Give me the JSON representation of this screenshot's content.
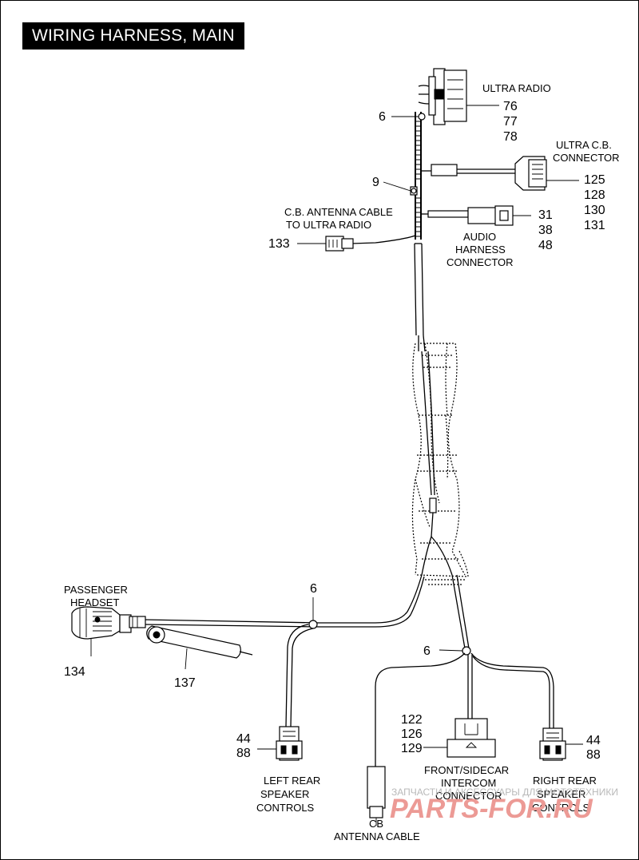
{
  "title": "WIRING HARNESS, MAIN",
  "labels": {
    "ultra_radio": "ULTRA RADIO",
    "ultra_cb_1": "ULTRA C.B.",
    "ultra_cb_2": "CONNECTOR",
    "cb_ant_1": "C.B. ANTENNA CABLE",
    "cb_ant_2": "TO ULTRA RADIO",
    "audio_1": "AUDIO",
    "audio_2": "HARNESS",
    "audio_3": "CONNECTOR",
    "pass_1": "PASSENGER",
    "pass_2": "HEADSET",
    "left_1": "LEFT REAR",
    "left_2": "SPEAKER",
    "left_3": "CONTROLS",
    "front_1": "FRONT/SIDECAR",
    "front_2": "INTERCOM",
    "front_3": "CONNECTOR",
    "right_1": "RIGHT REAR",
    "right_2": "SPEAKER",
    "right_3": "CONTROLS",
    "cb_1": "CB",
    "cb_2": "ANTENNA CABLE"
  },
  "callouts": {
    "radio": [
      "76",
      "77",
      "78"
    ],
    "cb_connector": [
      "125",
      "128",
      "130",
      "131"
    ],
    "audio": [
      "31",
      "38",
      "48"
    ],
    "front": [
      "122",
      "126",
      "129"
    ],
    "left": [
      "44",
      "88"
    ],
    "right": [
      "44",
      "88"
    ],
    "clip_top": "6",
    "clip_mid": "6",
    "clip_low": "6",
    "ground": "9",
    "cb_cable": "133",
    "headset": "134",
    "tube": "137"
  },
  "watermark": {
    "line1": "ЗАПЧАСТИ И АКСЕССУАРЫ ДЛЯ МОТОТЕХНИКИ",
    "line2": "PARTS-FOR.RU"
  }
}
